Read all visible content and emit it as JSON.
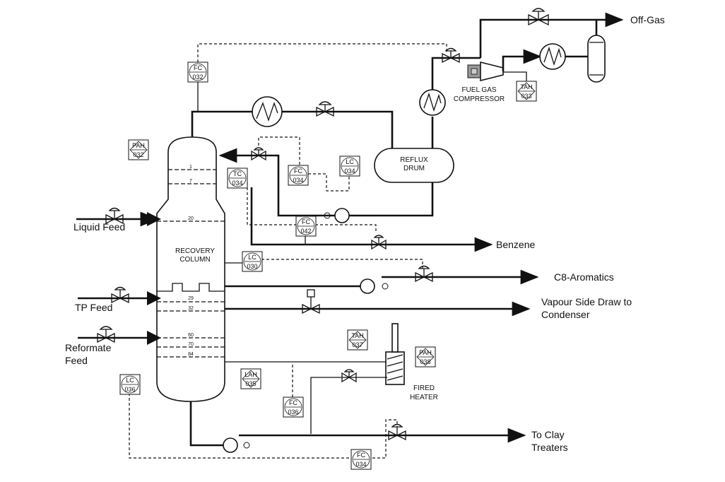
{
  "labels": {
    "off_gas": "Off-Gas",
    "fuel_gas_compressor_1": "FUEL GAS",
    "fuel_gas_compressor_2": "COMPRESSOR",
    "reflux_drum_1": "REFLUX",
    "reflux_drum_2": "DRUM",
    "recovery_column_1": "RECOVERY",
    "recovery_column_2": "COLUMN",
    "liquid_feed": "Liquid Feed",
    "tp_feed": "TP Feed",
    "reformate_feed_1": "Reformate",
    "reformate_feed_2": "Feed",
    "benzene": "Benzene",
    "c8_aromatics": "C8-Aromatics",
    "vapour_side_draw_1": "Vapour Side Draw to",
    "vapour_side_draw_2": "Condenser",
    "fired_heater_1": "FIRED",
    "fired_heater_2": "HEATER",
    "to_clay_1": "To Clay",
    "to_clay_2": "Treaters"
  },
  "trays": {
    "t1": "1",
    "t7": "7",
    "t20": "20",
    "t29": "29",
    "t32": "32",
    "t60": "60",
    "t70": "70",
    "t84": "84"
  },
  "instruments": {
    "fc032": {
      "code": "FC",
      "num": "032"
    },
    "tah033": {
      "code": "TAH",
      "num": "033"
    },
    "pah032": {
      "code": "PAH",
      "num": "032"
    },
    "tc034": {
      "code": "TC",
      "num": "034"
    },
    "fc034a": {
      "code": "FC",
      "num": "034"
    },
    "lc034": {
      "code": "LC",
      "num": "034"
    },
    "fc042": {
      "code": "FC",
      "num": "042"
    },
    "lc030": {
      "code": "LC",
      "num": "030"
    },
    "tah037": {
      "code": "TAH",
      "num": "037"
    },
    "pah038": {
      "code": "PAH",
      "num": "038"
    },
    "lc036": {
      "code": "LC",
      "num": "036"
    },
    "lah035": {
      "code": "LAH",
      "num": "035"
    },
    "fc036": {
      "code": "FC",
      "num": "036"
    },
    "fc034b": {
      "code": "FC",
      "num": "034"
    }
  }
}
